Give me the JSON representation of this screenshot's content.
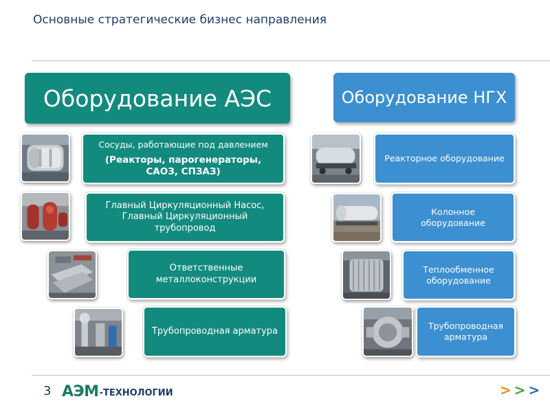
{
  "header": {
    "title": "Основные стратегические бизнес направления"
  },
  "left": {
    "heading": "Оборудование АЭС",
    "items": [
      {
        "line1": "Сосуды, работающие под давлением",
        "line2": "(Реакторы, парогенераторы, САОЗ, СПЗАЗ)"
      },
      {
        "label": "Главный Циркуляционный Насос, Главный Циркуляционный трубопровод"
      },
      {
        "label": "Ответственные металлоконструкции"
      },
      {
        "label": "Трубопроводная арматура"
      }
    ]
  },
  "right": {
    "heading": "Оборудование НГХ",
    "items": [
      {
        "label": "Реакторное оборудование"
      },
      {
        "label": "Колонное оборудование"
      },
      {
        "label": "Теплообменное оборудование"
      },
      {
        "label": "Трубопроводная арматура"
      }
    ]
  },
  "footer": {
    "page_number": "3",
    "logo_main": "АЭМ",
    "logo_sub": "-ТЕХНОЛОГИИ",
    "nav_arrows": [
      ">",
      ">",
      ">"
    ]
  },
  "colors": {
    "teal": "#138a7e",
    "blue": "#3c8fd0",
    "title": "#1d3d6b",
    "arrow_1": "#f08a1c",
    "arrow_2": "#3aaa35",
    "arrow_3": "#2a6db5"
  },
  "icons": [
    "photo-pressure-vessel",
    "photo-pumps",
    "photo-metal-structures",
    "photo-valves",
    "photo-reactor-transport",
    "photo-column",
    "photo-heat-exchanger",
    "photo-pipeline-valve"
  ]
}
